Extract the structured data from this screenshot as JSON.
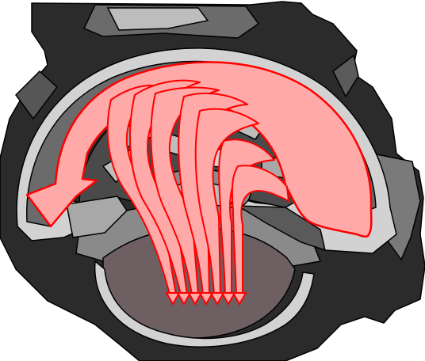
{
  "diagram": {
    "kind": "cutaway-illustration",
    "subject": "torque-converter-flow-icon",
    "text_labels": [],
    "colors": {
      "background": "#ffffff",
      "outline": "#000000",
      "housing_dark": "#2b2b2b",
      "housing_mid": "#6b6b6b",
      "housing_light": "#a8a8a8",
      "housing_pale": "#d2d2d2",
      "hub_brown": "#6e5f62",
      "flow_fill": "#ffa9a9",
      "flow_edge": "#ff0000"
    },
    "flow": {
      "main_arrow_count": 1,
      "radial_arrow_count": 7
    }
  }
}
